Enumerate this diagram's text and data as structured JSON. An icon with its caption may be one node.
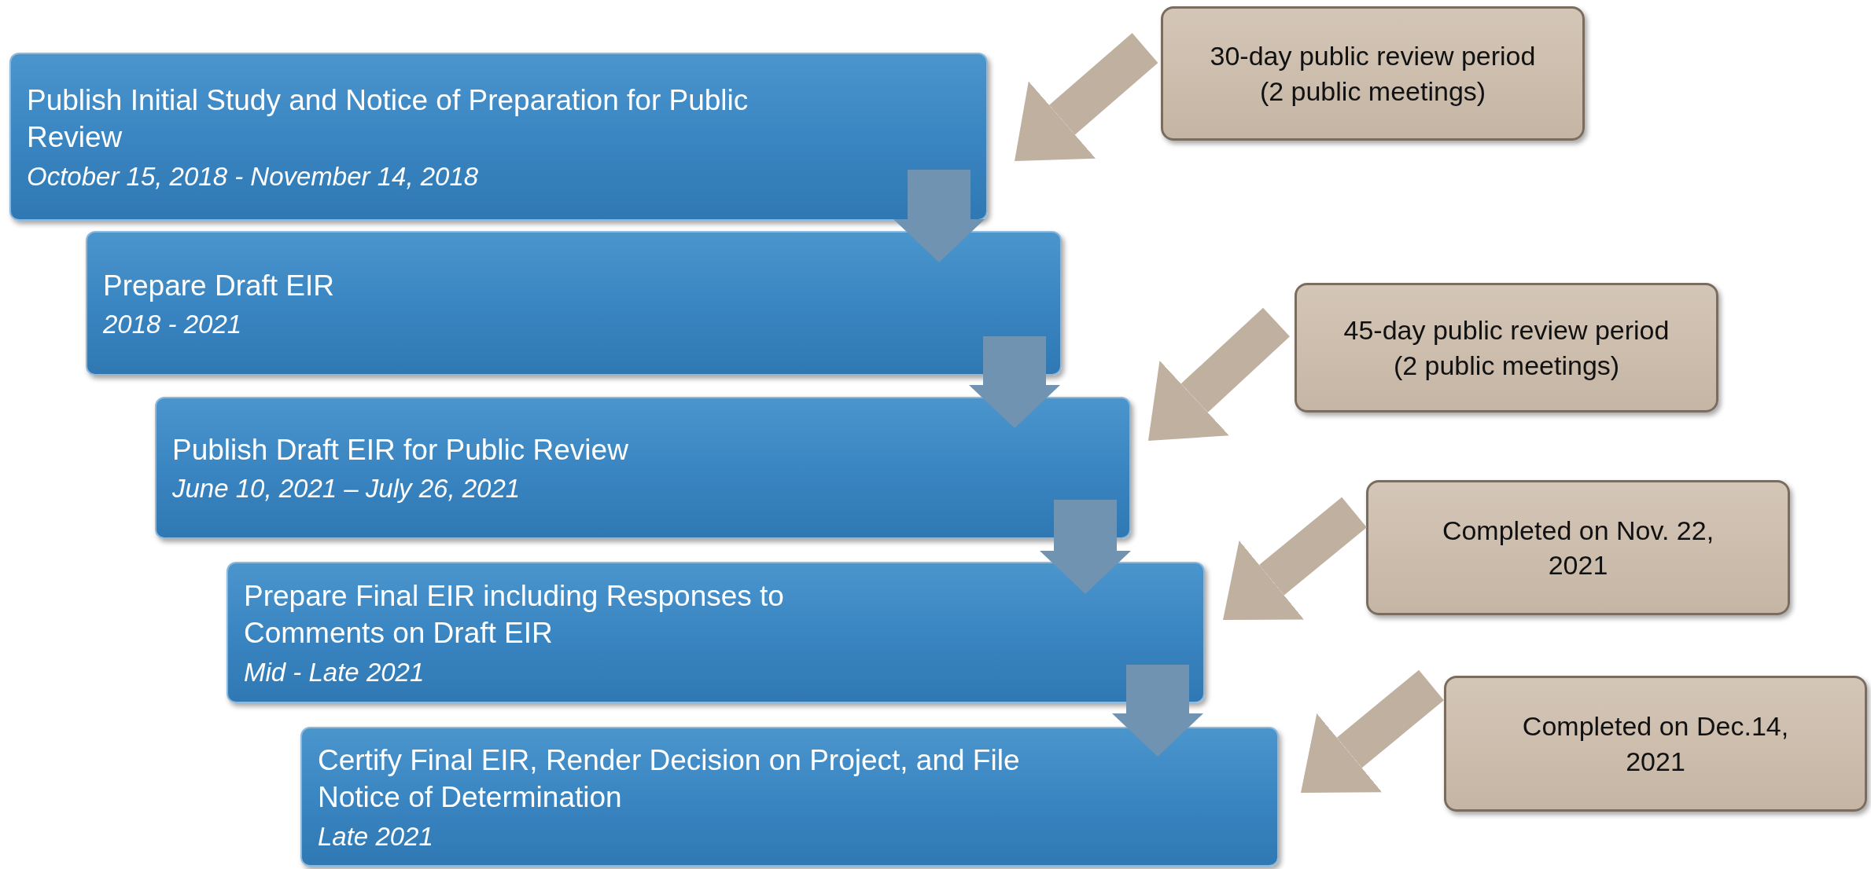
{
  "diagram": {
    "nodes": [
      {
        "text": [
          "Publish Initial Study and Notice of Preparation for Public Review",
          "October 15, 2018 - November 14, 2018"
        ]
      },
      {
        "text": [
          "Prepare Draft EIR",
          "2018 - 2021"
        ]
      },
      {
        "text": [
          "Publish Draft EIR for Public Review",
          "June 10, 2021 – July 26, 2021"
        ]
      },
      {
        "text": [
          "Prepare Final EIR including Responses to Comments on Draft EIR",
          "Mid - Late 2021"
        ]
      },
      {
        "text": [
          "Certify Final EIR, Render Decision on Project, and File Notice of Determination",
          "Late 2021"
        ]
      },
      {
        "text": [
          "30-day public review period (2 public meetings)"
        ]
      },
      {
        "text": [
          "45-day public review period (2 public meetings)"
        ]
      },
      {
        "text": [
          "Completed on Nov. 22, 2021"
        ]
      },
      {
        "text": [
          "Completed on Dec.14, 2021"
        ]
      }
    ],
    "edges": [
      {
        "from": 0,
        "to": 1,
        "arrow": "to",
        "color": "#6f93b0"
      },
      {
        "from": 1,
        "to": 2,
        "arrow": "to",
        "color": "#6f93b0"
      },
      {
        "from": 2,
        "to": 3,
        "arrow": "to",
        "color": "#6f93b0"
      },
      {
        "from": 3,
        "to": 4,
        "arrow": "to",
        "color": "#6f93b0"
      },
      {
        "from": 5,
        "to": 0,
        "arrow": "to",
        "color": "#bfb0a0"
      },
      {
        "from": 6,
        "to": 2,
        "arrow": "to",
        "color": "#bfb0a0"
      },
      {
        "from": 7,
        "to": 3,
        "arrow": "to",
        "color": "#bfb0a0"
      },
      {
        "from": 8,
        "to": 4,
        "arrow": "to",
        "color": "#bfb0a0"
      }
    ]
  }
}
